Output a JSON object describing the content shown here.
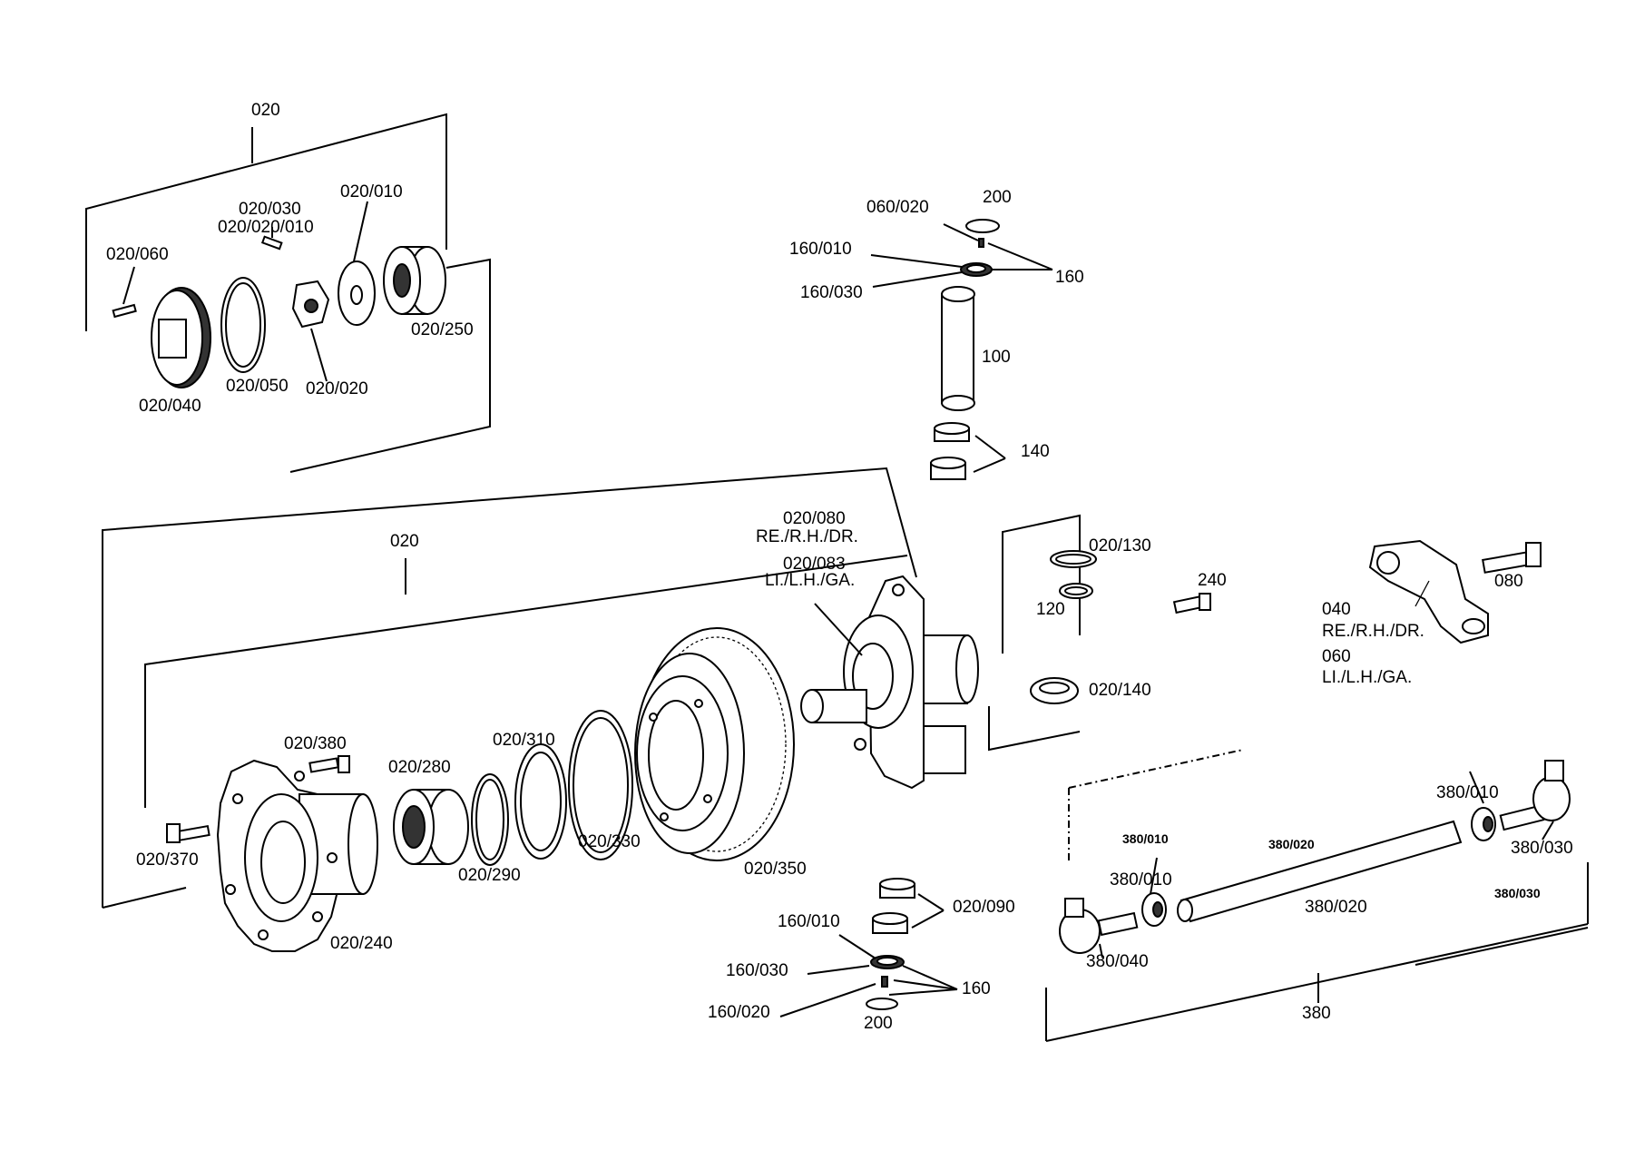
{
  "labels": [
    {
      "id": "l01",
      "text": "020"
    },
    {
      "id": "l02",
      "text": "020/010"
    },
    {
      "id": "l03",
      "text": "020/030"
    },
    {
      "id": "l04",
      "text": "020/020/010"
    },
    {
      "id": "l05",
      "text": "020/060"
    },
    {
      "id": "l06",
      "text": "020/250"
    },
    {
      "id": "l07",
      "text": "020/040"
    },
    {
      "id": "l08",
      "text": "020/050"
    },
    {
      "id": "l09",
      "text": "020/020"
    },
    {
      "id": "l10",
      "text": "200"
    },
    {
      "id": "l11",
      "text": "060/020"
    },
    {
      "id": "l12",
      "text": "160/010"
    },
    {
      "id": "l13",
      "text": "160"
    },
    {
      "id": "l14",
      "text": "160/030"
    },
    {
      "id": "l15",
      "text": "100"
    },
    {
      "id": "l16",
      "text": "140"
    },
    {
      "id": "l17",
      "text": "020/080"
    },
    {
      "id": "l18",
      "text": "RE./R.H./DR."
    },
    {
      "id": "l19",
      "text": "020/083"
    },
    {
      "id": "l20",
      "text": "LI./L.H./GA."
    },
    {
      "id": "l21",
      "text": "020"
    },
    {
      "id": "l22",
      "text": "020/130"
    },
    {
      "id": "l23",
      "text": "120"
    },
    {
      "id": "l24",
      "text": "240"
    },
    {
      "id": "l25",
      "text": "080"
    },
    {
      "id": "l26",
      "text": "040"
    },
    {
      "id": "l27",
      "text": "RE./R.H./DR."
    },
    {
      "id": "l28",
      "text": "060"
    },
    {
      "id": "l29",
      "text": "LI./L.H./GA."
    },
    {
      "id": "l30",
      "text": "020/140"
    },
    {
      "id": "l31",
      "text": "020/380"
    },
    {
      "id": "l32",
      "text": "020/280"
    },
    {
      "id": "l33",
      "text": "020/310"
    },
    {
      "id": "l34",
      "text": "020/370"
    },
    {
      "id": "l35",
      "text": "020/290"
    },
    {
      "id": "l36",
      "text": "020/330"
    },
    {
      "id": "l37",
      "text": "020/350"
    },
    {
      "id": "l38",
      "text": "020/240"
    },
    {
      "id": "l39",
      "text": "380/010"
    },
    {
      "id": "l40",
      "text": "380/010"
    },
    {
      "id": "l41",
      "text": "380/010"
    },
    {
      "id": "l42",
      "text": "380/020"
    },
    {
      "id": "l43",
      "text": "380/020"
    },
    {
      "id": "l44",
      "text": "380/030"
    },
    {
      "id": "l45",
      "text": "380/030"
    },
    {
      "id": "l46",
      "text": "380/040"
    },
    {
      "id": "l47",
      "text": "380"
    },
    {
      "id": "l48",
      "text": "020/090"
    },
    {
      "id": "l49",
      "text": "160/010"
    },
    {
      "id": "l50",
      "text": "160/030"
    },
    {
      "id": "l51",
      "text": "160"
    },
    {
      "id": "l52",
      "text": "160/020"
    },
    {
      "id": "l53",
      "text": "200"
    }
  ]
}
